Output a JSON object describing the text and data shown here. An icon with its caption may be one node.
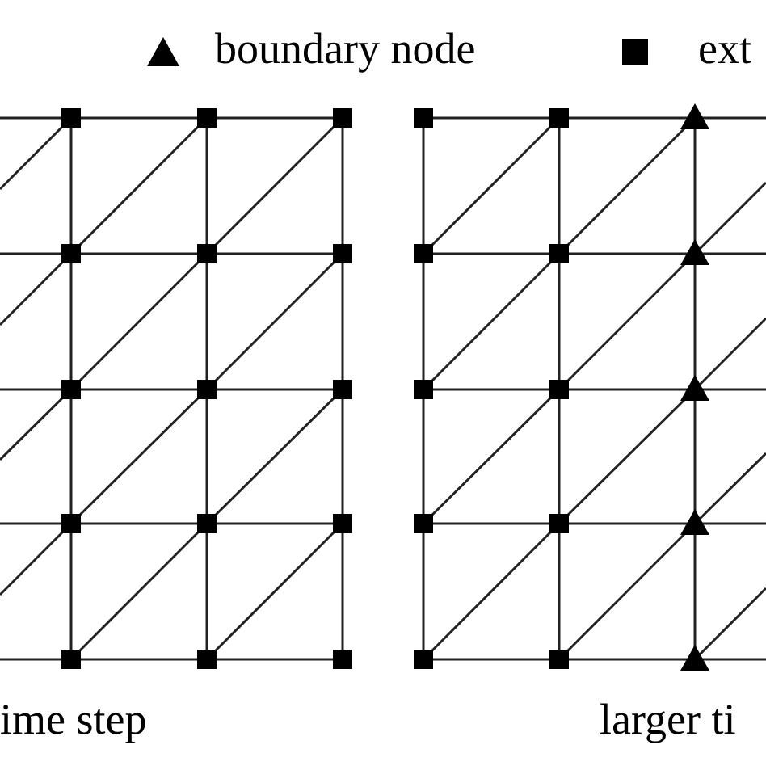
{
  "diagram": {
    "labels": [
      "ime step",
      "larger ti"
    ],
    "legend": [
      {
        "text": "boundary node"
      },
      {
        "text": "ext"
      }
    ]
  }
}
